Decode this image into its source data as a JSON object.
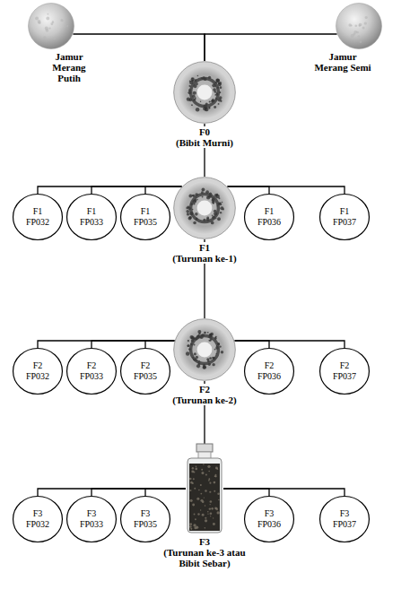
{
  "diagram": {
    "nodes": [
      {
        "text": [
          "Jamur Merang Putih"
        ]
      },
      {
        "text": [
          "Jamur Merang Semi"
        ]
      },
      {
        "text": [
          "F0",
          "(Bibit Murni)"
        ]
      },
      {
        "text": [
          "F1",
          "(Turunan ke-1)"
        ]
      },
      {
        "text": [
          "F1",
          "FP032"
        ]
      },
      {
        "text": [
          "F1",
          "FP033"
        ]
      },
      {
        "text": [
          "F1",
          "FP035"
        ]
      },
      {
        "text": [
          "F1",
          "FP036"
        ]
      },
      {
        "text": [
          "F1",
          "FP037"
        ]
      },
      {
        "text": [
          "F2",
          "(Turunan ke-2)"
        ]
      },
      {
        "text": [
          "F2",
          "FP032"
        ]
      },
      {
        "text": [
          "F2",
          "FP033"
        ]
      },
      {
        "text": [
          "F2",
          "FP035"
        ]
      },
      {
        "text": [
          "F2",
          "FP036"
        ]
      },
      {
        "text": [
          "F2",
          "FP037"
        ]
      },
      {
        "text": [
          "F3",
          "(Turunan ke-3 atau Bibit Sebar)"
        ]
      },
      {
        "text": [
          "F3",
          "FP032"
        ]
      },
      {
        "text": [
          "F3",
          "FP033"
        ]
      },
      {
        "text": [
          "F3",
          "FP035"
        ]
      },
      {
        "text": [
          "F3",
          "FP036"
        ]
      },
      {
        "text": [
          "F3",
          "FP037"
        ]
      }
    ],
    "edges": [
      {
        "from": 0,
        "to": 2,
        "arrow": "none"
      },
      {
        "from": 1,
        "to": 2,
        "arrow": "none"
      },
      {
        "from": 2,
        "to": 3,
        "arrow": "none"
      },
      {
        "from": 3,
        "to": 4,
        "arrow": "none"
      },
      {
        "from": 3,
        "to": 5,
        "arrow": "none"
      },
      {
        "from": 3,
        "to": 6,
        "arrow": "none"
      },
      {
        "from": 3,
        "to": 7,
        "arrow": "none"
      },
      {
        "from": 3,
        "to": 8,
        "arrow": "none"
      },
      {
        "from": 3,
        "to": 9,
        "arrow": "none"
      },
      {
        "from": 9,
        "to": 10,
        "arrow": "none"
      },
      {
        "from": 9,
        "to": 11,
        "arrow": "none"
      },
      {
        "from": 9,
        "to": 12,
        "arrow": "none"
      },
      {
        "from": 9,
        "to": 13,
        "arrow": "none"
      },
      {
        "from": 9,
        "to": 14,
        "arrow": "none"
      },
      {
        "from": 9,
        "to": 15,
        "arrow": "none"
      },
      {
        "from": 15,
        "to": 16,
        "arrow": "none"
      },
      {
        "from": 15,
        "to": 17,
        "arrow": "none"
      },
      {
        "from": 15,
        "to": 18,
        "arrow": "none"
      },
      {
        "from": 15,
        "to": 19,
        "arrow": "none"
      },
      {
        "from": 15,
        "to": 20,
        "arrow": "none"
      }
    ]
  }
}
